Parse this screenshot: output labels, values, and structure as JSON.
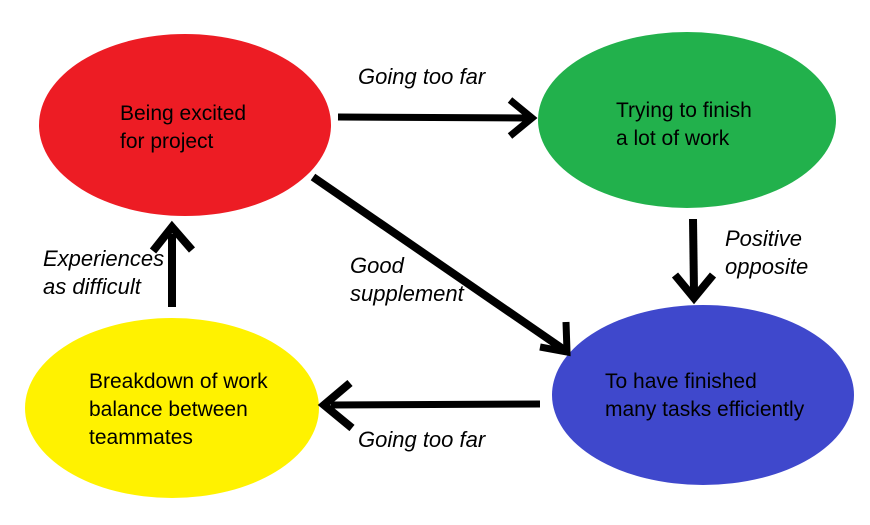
{
  "diagram": {
    "background": "#FFFFFF",
    "arrow_color": "#000000",
    "text_color": "#000000",
    "nodes": {
      "excited": {
        "color": "#ED1C24",
        "lines": [
          "Being excited",
          "for project"
        ]
      },
      "trying": {
        "color": "#22B14C",
        "lines": [
          "Trying to finish",
          "a lot of work"
        ]
      },
      "finished": {
        "color": "#3F48CC",
        "lines": [
          "To have finished",
          "many tasks efficiently"
        ]
      },
      "breakdown": {
        "color": "#FFF200",
        "lines": [
          "Breakdown of work",
          "balance between",
          "teammates"
        ]
      }
    },
    "edges": {
      "excited_to_trying": {
        "label": "Going too far"
      },
      "trying_to_finished": {
        "lines": [
          "Positive",
          "opposite"
        ]
      },
      "excited_to_finished": {
        "lines": [
          "Good",
          "supplement"
        ]
      },
      "finished_to_breakdown": {
        "label": "Going too far"
      },
      "breakdown_to_excited": {
        "lines": [
          "Experiences",
          "as difficult"
        ]
      }
    }
  }
}
